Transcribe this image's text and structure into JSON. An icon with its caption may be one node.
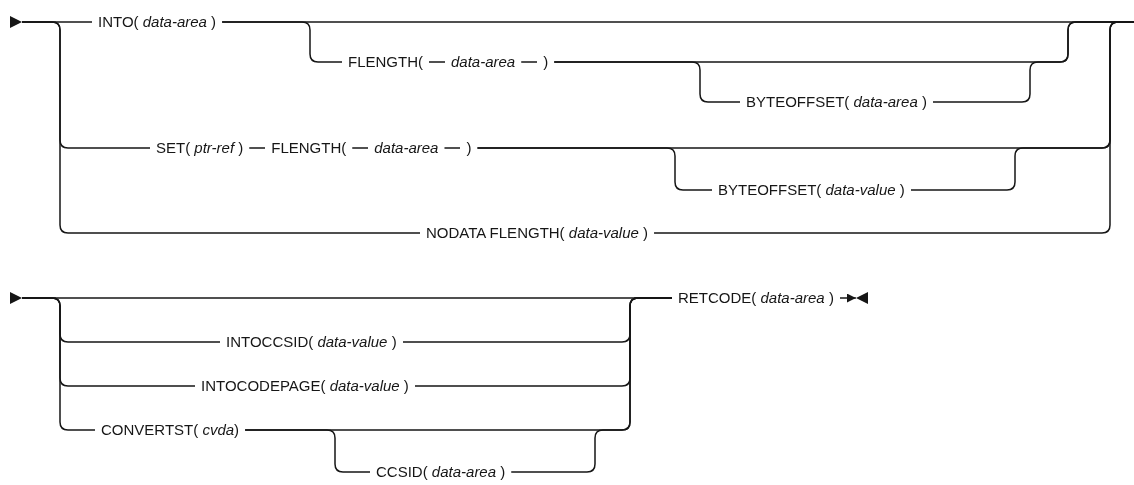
{
  "diagram": {
    "nodes": [
      {
        "text": [],
        "shape": "triangle"
      },
      {
        "text": [
          "INTO( *data-area* )"
        ]
      },
      {
        "text": [
          "FLENGTH("
        ]
      },
      {
        "text": [
          "data-area"
        ]
      },
      {
        "text": [
          ")"
        ]
      },
      {
        "text": [
          "BYTEOFFSET( *data-area* )"
        ]
      },
      {
        "text": [
          "SET( *ptr-ref* )"
        ]
      },
      {
        "text": [
          "FLENGTH("
        ]
      },
      {
        "text": [
          "data-area"
        ]
      },
      {
        "text": [
          ")"
        ]
      },
      {
        "text": [
          "BYTEOFFSET( *data-value* )"
        ]
      },
      {
        "text": [
          "NODATA FLENGTH( *data-value* )"
        ]
      },
      {
        "text": [],
        "shape": "triangle"
      },
      {
        "text": [
          "INTOCCSID( *data-value* )"
        ]
      },
      {
        "text": [
          "INTOCODEPAGE( *data-value* )"
        ]
      },
      {
        "text": [
          "CONVERTST( *cvda*)"
        ]
      },
      {
        "text": [
          "CCSID( *data-area* )"
        ]
      },
      {
        "text": [
          "RETCODE( *data-area* )"
        ]
      },
      {
        "text": [],
        "shape": "triangle"
      }
    ],
    "edges": [
      {
        "from": 0,
        "to": 1,
        "arrow": "none"
      },
      {
        "from": 0,
        "to": 6,
        "arrow": "none"
      },
      {
        "from": 0,
        "to": 11,
        "arrow": "none"
      },
      {
        "from": 1,
        "to": 2,
        "arrow": "none"
      },
      {
        "from": 1,
        "to": null,
        "arrow": "none"
      },
      {
        "from": 2,
        "to": 3,
        "arrow": "none"
      },
      {
        "from": 3,
        "to": 4,
        "arrow": "none"
      },
      {
        "from": 4,
        "to": 5,
        "arrow": "none"
      },
      {
        "from": 4,
        "to": null,
        "arrow": "none"
      },
      {
        "from": 5,
        "to": null,
        "arrow": "none"
      },
      {
        "from": 6,
        "to": 7,
        "arrow": "none"
      },
      {
        "from": 7,
        "to": 8,
        "arrow": "none"
      },
      {
        "from": 8,
        "to": 9,
        "arrow": "none"
      },
      {
        "from": 9,
        "to": 10,
        "arrow": "none"
      },
      {
        "from": 9,
        "to": null,
        "arrow": "none"
      },
      {
        "from": 10,
        "to": null,
        "arrow": "none"
      },
      {
        "from": 11,
        "to": null,
        "arrow": "none"
      },
      {
        "from": 12,
        "to": 13,
        "arrow": "none"
      },
      {
        "from": 12,
        "to": 14,
        "arrow": "none"
      },
      {
        "from": 12,
        "to": 15,
        "arrow": "none"
      },
      {
        "from": 12,
        "to": 17,
        "arrow": "none"
      },
      {
        "from": 13,
        "to": 17,
        "arrow": "none"
      },
      {
        "from": 14,
        "to": 17,
        "arrow": "none"
      },
      {
        "from": 15,
        "to": 16,
        "arrow": "none"
      },
      {
        "from": 15,
        "to": 17,
        "arrow": "none"
      },
      {
        "from": 16,
        "to": 17,
        "arrow": "none"
      },
      {
        "from": 17,
        "to": 18,
        "arrow": "to"
      }
    ]
  }
}
